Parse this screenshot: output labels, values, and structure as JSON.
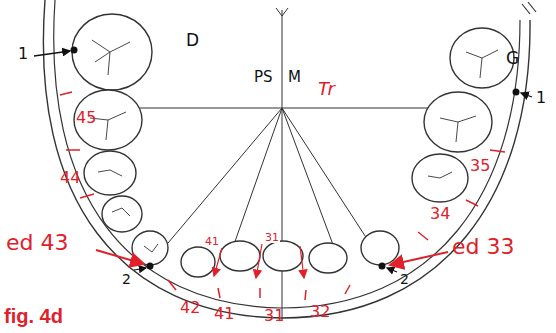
{
  "diagram": {
    "caption": "fig. 4d",
    "labels": [
      "1",
      "D",
      "PS",
      "M",
      "Tr",
      "G",
      "1",
      "45",
      "44",
      "ed 43",
      "2",
      "41",
      "31",
      "42",
      "41",
      "31",
      "32",
      "2",
      "ed 33",
      "34",
      "35"
    ]
  }
}
